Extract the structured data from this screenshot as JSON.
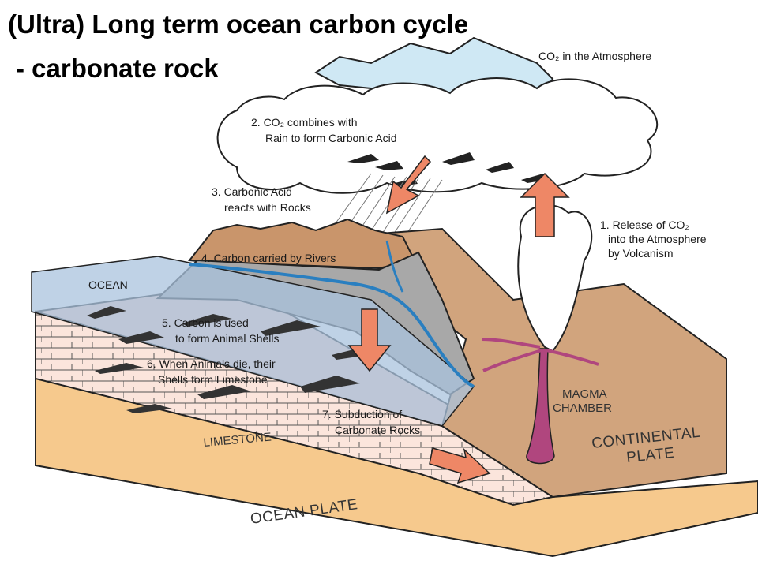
{
  "title": {
    "line1": "(Ultra) Long term  ocean  carbon cycle",
    "line2": " - carbonate rock"
  },
  "labels": {
    "atmosphere": "CO₂ in the Atmosphere",
    "step2_line1": "2. CO₂ combines with",
    "step2_line2": "Rain to form Carbonic Acid",
    "step3_line1": "3. Carbonic Acid",
    "step3_line2": "reacts with Rocks",
    "step1_line1": "1. Release of CO₂",
    "step1_line2": "into the Atmosphere",
    "step1_line3": "by Volcanism",
    "step4": "4. Carbon carried by Rivers",
    "ocean": "OCEAN",
    "step5_line1": "5. Carbon is used",
    "step5_line2": "to form Animal Shells",
    "step6_line1": "6. When Animals die, their",
    "step6_line2": "Shells form Limestone",
    "step7_line1": "7. Subduction of",
    "step7_line2": "Carbonate Rocks",
    "limestone": "LIMESTONE",
    "ocean_plate": "OCEAN PLATE",
    "magma_line1": "MAGMA",
    "magma_line2": "CHAMBER",
    "continental_line1": "CONTINENTAL",
    "continental_line2": "PLATE"
  },
  "colors": {
    "atmosphere_fill": "#cfe8f4",
    "cloud_fill": "#ffffff",
    "ocean_fill": "#a9c3dd",
    "ocean_top": "#c2d8ea",
    "limestone": "#f6cfc2",
    "ocean_plate": "#f6c98d",
    "continent": "#d1a47d",
    "mountain": "#c9956b",
    "rock_gray": "#a8a8a8",
    "river": "#2a7fc0",
    "arrow": "#ee8766",
    "magma": "#b0467e"
  }
}
